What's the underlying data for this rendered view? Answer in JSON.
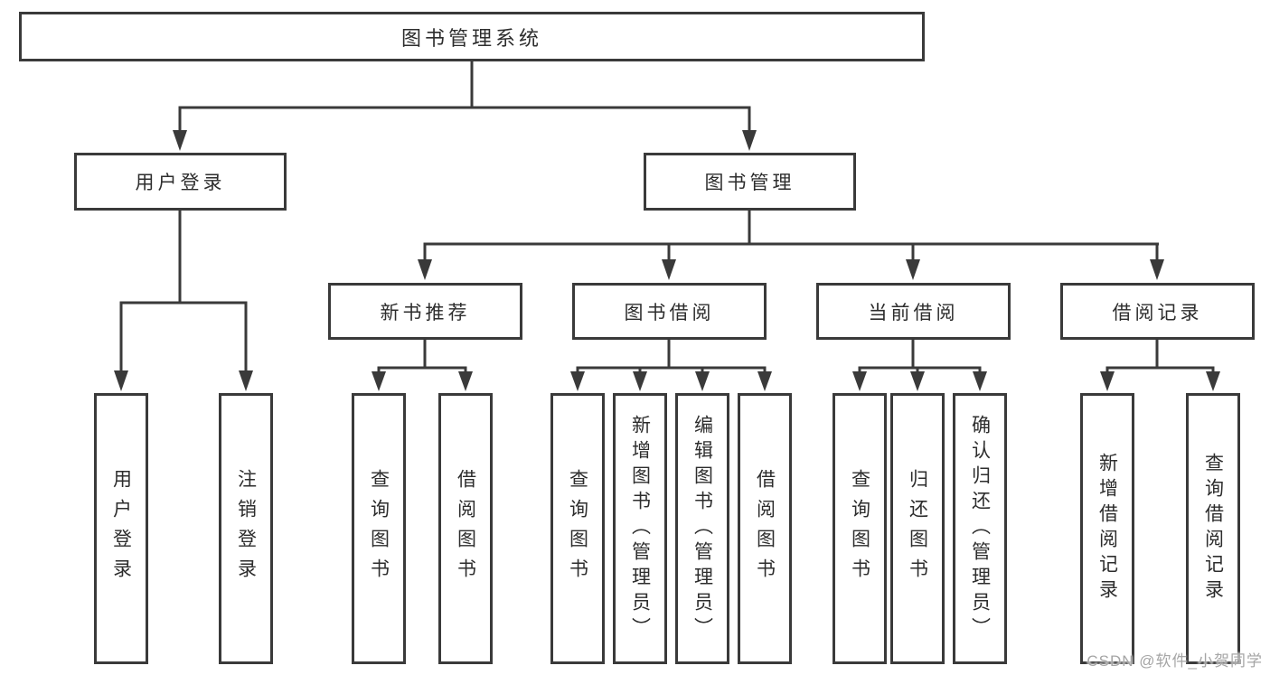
{
  "root": {
    "label": "图书管理系统"
  },
  "level2": {
    "user_login": {
      "label": "用户登录"
    },
    "book_management": {
      "label": "图书管理"
    }
  },
  "level3": {
    "new_books": {
      "label": "新书推荐"
    },
    "book_borrow": {
      "label": "图书借阅"
    },
    "current_borrow": {
      "label": "当前借阅"
    },
    "borrow_records": {
      "label": "借阅记录"
    }
  },
  "leaves": {
    "user_login_group": [
      "用户登录",
      "注销登录"
    ],
    "new_books_group": [
      "查询图书",
      "借阅图书"
    ],
    "book_borrow_group": [
      "查询图书",
      "新增图书（管理员）",
      "编辑图书（管理员）",
      "借阅图书"
    ],
    "current_borrow_group": [
      "查询图书",
      "归还图书",
      "确认归还（管理员）"
    ],
    "borrow_records_group": [
      "新增借阅记录",
      "查询借阅记录"
    ]
  },
  "watermark": {
    "text": "CSDN @软件_小贺同学"
  },
  "colors": {
    "line": "#3a3a3a",
    "text": "#2d2d2d",
    "watermark_text": "#a5a5a5",
    "background": "#ffffff"
  }
}
